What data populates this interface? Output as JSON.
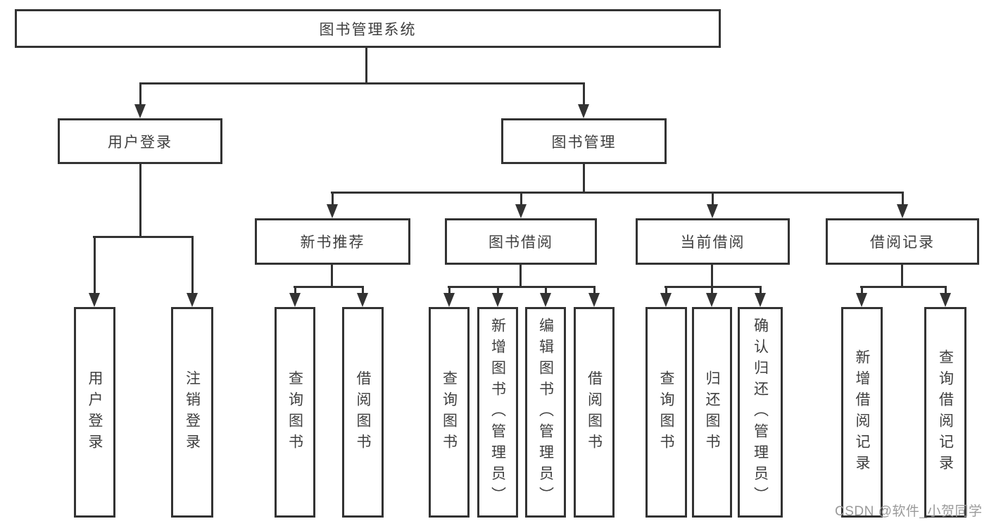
{
  "diagram": {
    "title": "图书管理系统",
    "branches": [
      {
        "label": "用户登录",
        "children": [
          "用户登录",
          "注销登录"
        ]
      },
      {
        "label": "图书管理",
        "children": [
          {
            "label": "新书推荐",
            "children": [
              "查询图书",
              "借阅图书"
            ]
          },
          {
            "label": "图书借阅",
            "children": [
              "查询图书",
              "新增图书（管理员）",
              "编辑图书（管理员）",
              "借阅图书"
            ]
          },
          {
            "label": "当前借阅",
            "children": [
              "查询图书",
              "归还图书",
              "确认归还（管理员）"
            ]
          },
          {
            "label": "借阅记录",
            "children": [
              "新增借阅记录",
              "查询借阅记录"
            ]
          }
        ]
      }
    ]
  },
  "watermark": "CSDN @软件_小贺同学",
  "colors": {
    "background": "#ffffff",
    "line": "#333333",
    "box_border": "#333333",
    "text": "#3f3f3f",
    "watermark": "#9a9a9a"
  }
}
